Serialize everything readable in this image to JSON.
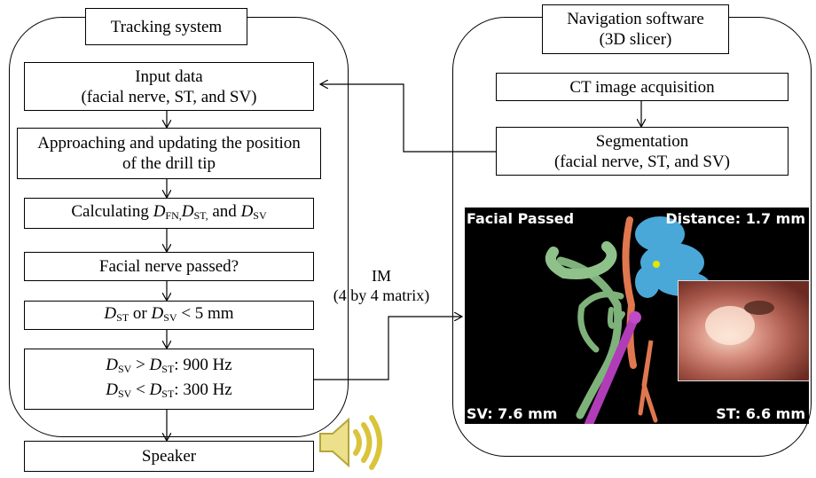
{
  "left_panel": {
    "title": "Tracking system",
    "input": {
      "line1": "Input data",
      "line2": "(facial nerve, ST, and SV)"
    },
    "approach": {
      "line1": "Approaching and updating the position",
      "line2": "of the drill tip"
    },
    "calc": {
      "prefix": "Calculating ",
      "d": "D",
      "fn": "FN,",
      "st": "ST,",
      "and": " and ",
      "sv": "SV"
    },
    "passed": "Facial nerve passed?",
    "threshold": {
      "d": "D",
      "st": "ST",
      "or": " or ",
      "sv": "SV",
      "rest": " < 5 mm"
    },
    "freq": {
      "d": "D",
      "sv": "SV",
      "gt": " > ",
      "st": "ST",
      "hz900": ": 900 Hz",
      "lt": " < ",
      "hz300": ": 300 Hz"
    },
    "speaker": "Speaker"
  },
  "right_panel": {
    "title_line1": "Navigation software",
    "title_line2": "(3D slicer)",
    "ct": "CT image acquisition",
    "seg": {
      "line1": "Segmentation",
      "line2": "(facial nerve, ST, and SV)"
    }
  },
  "link": {
    "line1": "IM",
    "line2": "(4 by 4 matrix)"
  },
  "screen": {
    "top_left": "Facial Passed",
    "top_right": "Distance: 1.7 mm",
    "bottom_left": "SV: 7.6 mm",
    "bottom_right": "ST: 6.6 mm"
  },
  "icons": {
    "speaker": "speaker-sound-icon"
  },
  "colors": {
    "nerve": "#7fb27a",
    "vestibule": "#4aa8d8",
    "tympani": "#e0774f",
    "drill": "#b03cb8",
    "speaker": "#e9d84a"
  }
}
